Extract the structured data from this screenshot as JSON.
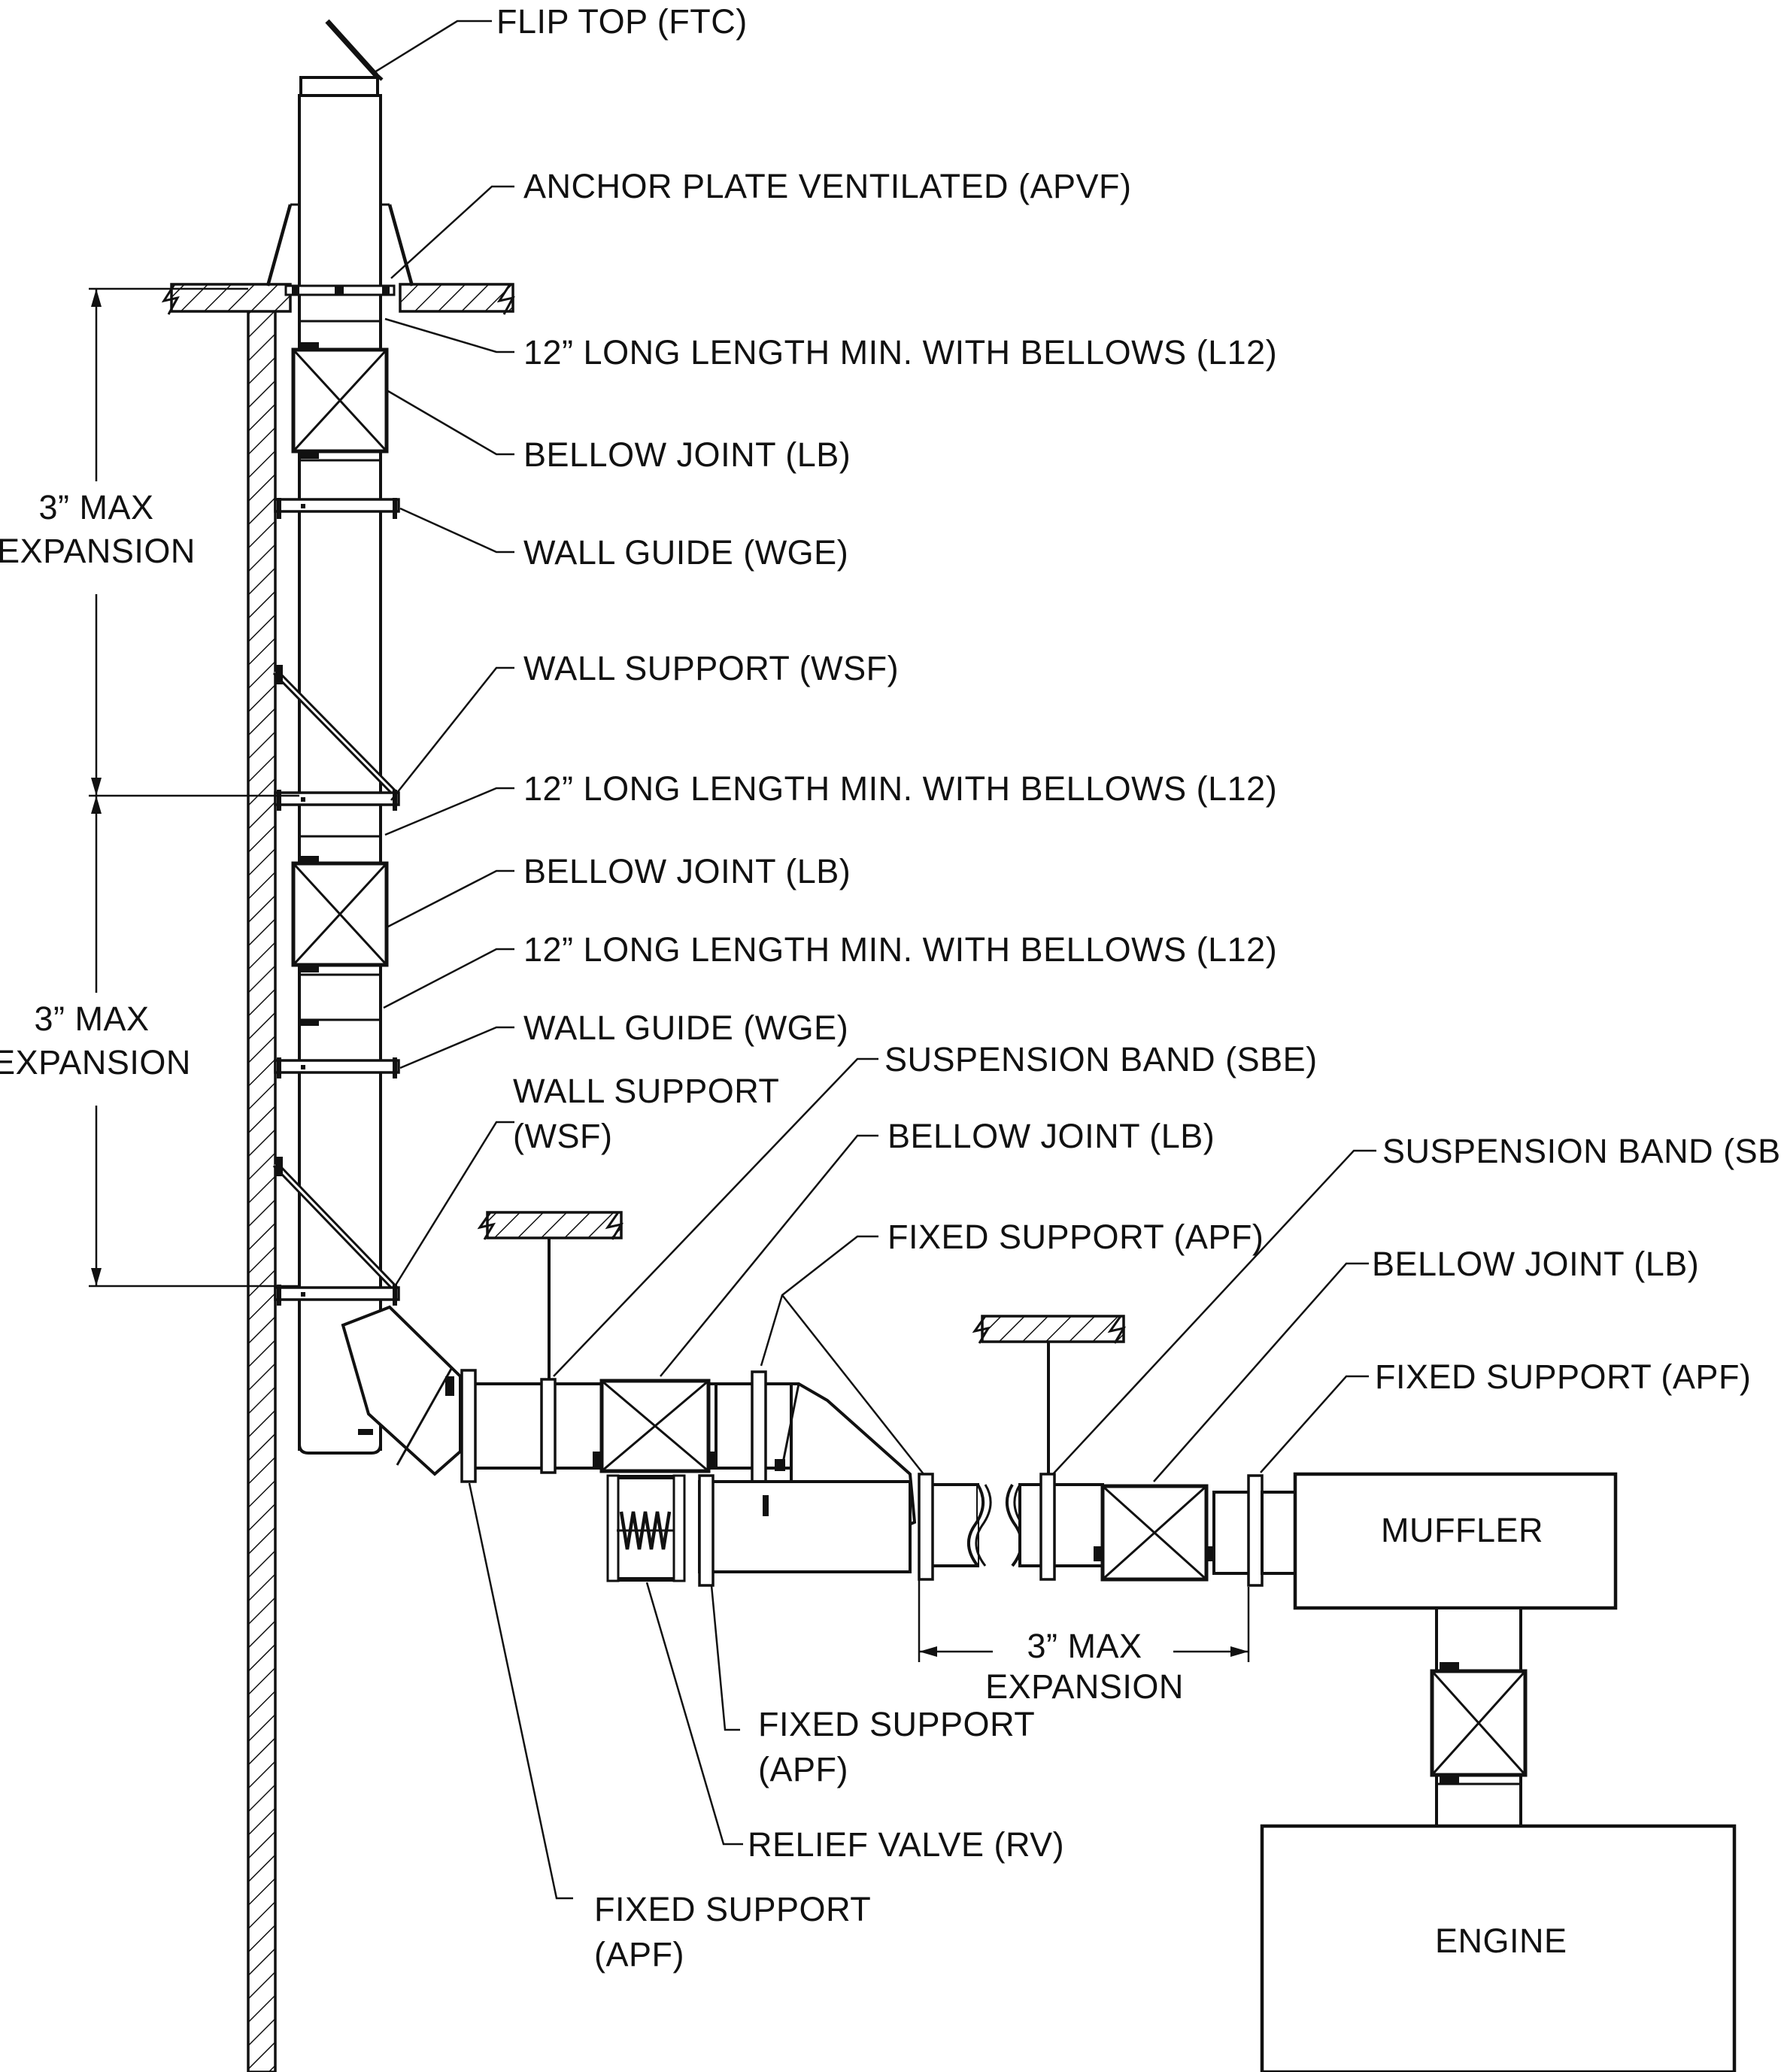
{
  "labels": {
    "flip_top": "FLIP TOP (FTC)",
    "anchor_plate": "ANCHOR PLATE VENTILATED (APVF)",
    "l12_top": "12” LONG LENGTH MIN. WITH BELLOWS (L12)",
    "bellow_joint_1": "BELLOW JOINT (LB)",
    "wall_guide_1": "WALL GUIDE (WGE)",
    "wall_support_1": "WALL SUPPORT (WSF)",
    "l12_mid": "12” LONG LENGTH MIN. WITH BELLOWS (L12)",
    "bellow_joint_2": "BELLOW JOINT (LB)",
    "l12_low": "12” LONG LENGTH MIN. WITH BELLOWS (L12)",
    "wall_guide_2": "WALL GUIDE (WGE)",
    "wall_support_2_line1": "WALL SUPPORT",
    "wall_support_2_line2": "(WSF)",
    "suspension_band_1": "SUSPENSION BAND (SBE)",
    "bellow_joint_3": "BELLOW JOINT (LB)",
    "fixed_support_1": "FIXED SUPPORT (APF)",
    "suspension_band_2": "SUSPENSION BAND (SBE)",
    "bellow_joint_4": "BELLOW JOINT (LB)",
    "fixed_support_2": "FIXED SUPPORT (APF)",
    "fixed_support_3_line1": "FIXED SUPPORT",
    "fixed_support_3_line2": "(APF)",
    "relief_valve": "RELIEF VALVE (RV)",
    "fixed_support_4_line1": "FIXED SUPPORT",
    "fixed_support_4_line2": "(APF)",
    "muffler": "MUFFLER",
    "engine": "ENGINE"
  },
  "dimensions": {
    "upper_line1": "3” MAX",
    "upper_line2": "EXPANSION",
    "lower_line1": "3” MAX",
    "lower_line2": "EXPANSION",
    "horizontal_line1": "3” MAX",
    "horizontal_line2": "EXPANSION"
  }
}
